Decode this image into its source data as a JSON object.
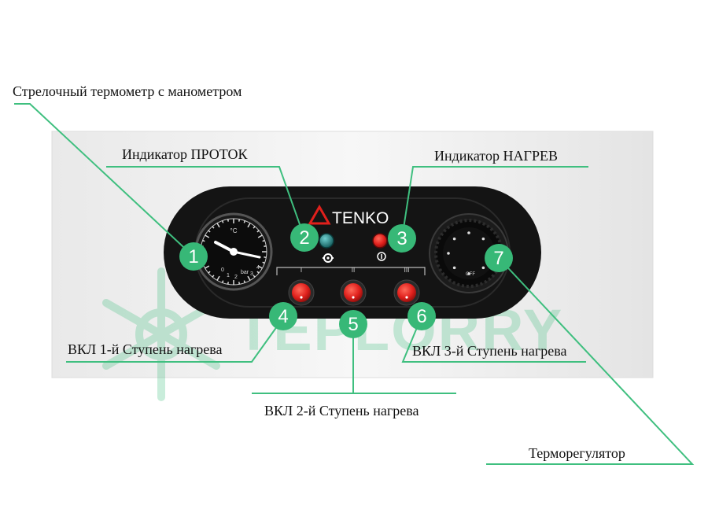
{
  "brand": "TENKO",
  "watermark": "TEPLORRY",
  "colors": {
    "accent": "#3fbf7f",
    "badge": "#37b877",
    "panel": "#141414",
    "button": "#e0201c",
    "indicator_flow": "#1f8a8a",
    "indicator_heat": "#e0201c"
  },
  "callouts": [
    {
      "number": "1",
      "label": "Стрелочный термометр с манометром"
    },
    {
      "number": "2",
      "label": "Индикатор ПРОТОК"
    },
    {
      "number": "3",
      "label": "Индикатор НАГРЕВ"
    },
    {
      "number": "4",
      "label": "ВКЛ 1-й Ступень нагрева"
    },
    {
      "number": "5",
      "label": "ВКЛ 2-й Ступень нагрева"
    },
    {
      "number": "6",
      "label": "ВКЛ 3-й Ступень нагрева"
    },
    {
      "number": "7",
      "label": "Терморегулятор"
    }
  ],
  "switch_marks": [
    "I",
    "II",
    "III"
  ],
  "gauge": {
    "top_unit": "°C",
    "bottom_unit": "bar",
    "scale": [
      "0",
      "1",
      "2",
      "3",
      "4"
    ]
  },
  "thermostat": {
    "mark_off": "OFF"
  }
}
